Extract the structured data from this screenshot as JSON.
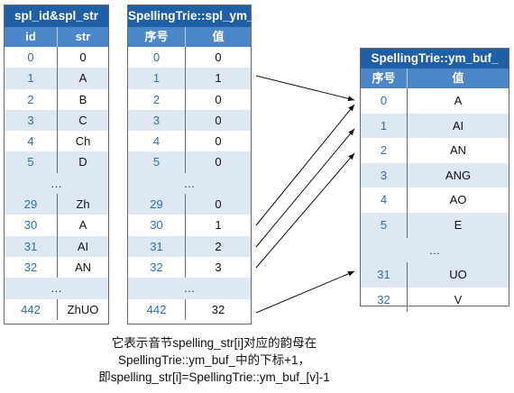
{
  "table1": {
    "title": "spl_id&spl_str",
    "headers": [
      "id",
      "str"
    ],
    "rows": [
      {
        "c1": "0",
        "c2": "0"
      },
      {
        "c1": "1",
        "c2": "A"
      },
      {
        "c1": "2",
        "c2": "B"
      },
      {
        "c1": "3",
        "c2": "C"
      },
      {
        "c1": "4",
        "c2": "Ch"
      },
      {
        "c1": "5",
        "c2": "D"
      },
      {
        "gap": "…"
      },
      {
        "c1": "29",
        "c2": "Zh"
      },
      {
        "c1": "30",
        "c2": "A"
      },
      {
        "c1": "31",
        "c2": "AI"
      },
      {
        "c1": "32",
        "c2": "AN"
      },
      {
        "gap": "…"
      },
      {
        "c1": "442",
        "c2": "ZhUO"
      }
    ]
  },
  "table2": {
    "title": "SpellingTrie::spl_ym_ids",
    "headers": [
      "序号",
      "值"
    ],
    "rows": [
      {
        "c1": "0",
        "c2": "0"
      },
      {
        "c1": "1",
        "c2": "1"
      },
      {
        "c1": "2",
        "c2": "0"
      },
      {
        "c1": "3",
        "c2": "0"
      },
      {
        "c1": "4",
        "c2": "0"
      },
      {
        "c1": "5",
        "c2": "0"
      },
      {
        "gap": "…"
      },
      {
        "c1": "29",
        "c2": "0"
      },
      {
        "c1": "30",
        "c2": "1"
      },
      {
        "c1": "31",
        "c2": "2"
      },
      {
        "c1": "32",
        "c2": "3"
      },
      {
        "gap": "…"
      },
      {
        "c1": "442",
        "c2": "32"
      }
    ]
  },
  "table3": {
    "title": "SpellingTrie::ym_buf_",
    "headers": [
      "序号",
      "值"
    ],
    "rows": [
      {
        "c1": "0",
        "c2": "A"
      },
      {
        "c1": "1",
        "c2": "AI"
      },
      {
        "c1": "2",
        "c2": "AN"
      },
      {
        "c1": "3",
        "c2": "ANG"
      },
      {
        "c1": "4",
        "c2": "AO"
      },
      {
        "c1": "5",
        "c2": "E"
      },
      {
        "gap": "…"
      },
      {
        "c1": "31",
        "c2": "UO"
      },
      {
        "c1": "32",
        "c2": "V"
      }
    ]
  },
  "caption": {
    "line1": "它表示音节spelling_str[i]对应的韵母在",
    "line2": "SpellingTrie::ym_buf_中的下标+1，",
    "line3": "即spelling_str[i]=SpellingTrie::ym_buf_[v]-1"
  },
  "colors": {
    "title_bg": "#1f5fa6",
    "header_bg": "#4a86c8",
    "alt_row_bg": "#dde8f3",
    "index_text": "#2f6db5"
  }
}
